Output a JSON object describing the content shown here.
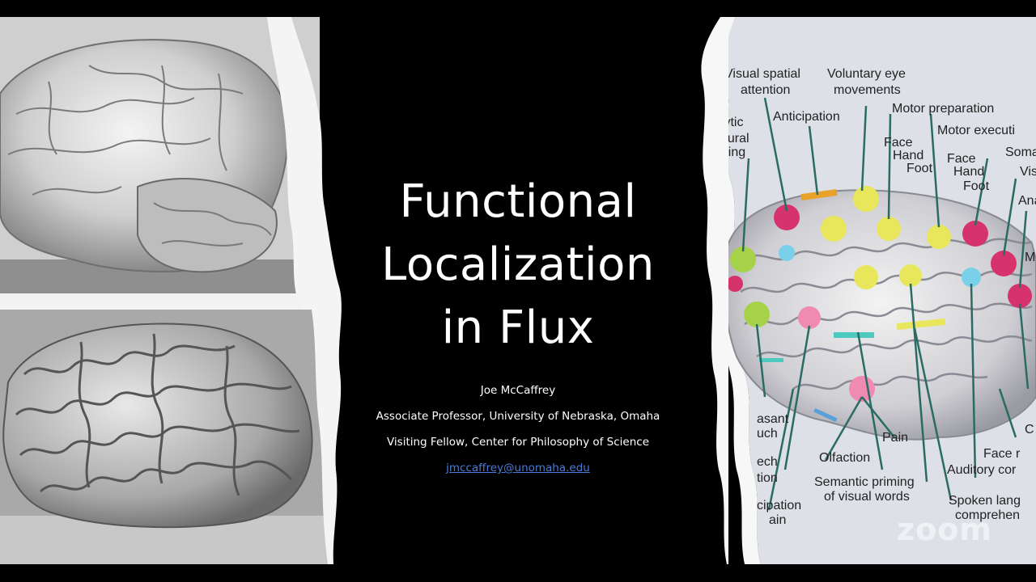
{
  "slide": {
    "title_lines": [
      "Functional",
      "Localization",
      "in Flux"
    ],
    "author_name": "Joe McCaffrey",
    "author_position": "Associate Professor, University of Nebraska, Omaha",
    "author_fellowship": "Visiting Fellow, Center for Philosophy of Science",
    "author_email": "jmccaffrey@unomaha.edu"
  },
  "diagram_labels": {
    "visual_spatial_1": "Visual spatial",
    "visual_spatial_2": "attention",
    "voluntary_eye_1": "Voluntary eye",
    "voluntary_eye_2": "movements",
    "motor_preparation": "Motor preparation",
    "anticipation": "Anticipation",
    "motor_execution": "Motor executi",
    "analytic_1": "alytic",
    "analytic_2": "figural",
    "analytic_3": "oning",
    "face_left": "Face",
    "hand_left": "Hand",
    "foot_left": "Foot",
    "face_right": "Face",
    "hand_right": "Hand",
    "foot_right": "Foot",
    "soma": "Soma",
    "vis": "Vis",
    "ana": "Ana",
    "m": "M",
    "pleasant_1": "asant",
    "pleasant_2": "uch",
    "pain": "Pain",
    "c": "C",
    "face_r": "Face r",
    "olfaction": "Olfaction",
    "auditory": "Auditory cor",
    "speech_1": "ech",
    "speech_2": "tion",
    "semantic_1": "Semantic priming",
    "semantic_2": "of visual words",
    "spoken_1": "Spoken lang",
    "spoken_2": "comprehen",
    "anticipation_pain_1": "cipation",
    "anticipation_pain_2": "ain"
  },
  "app": {
    "watermark": "zoom"
  },
  "colors": {
    "background": "#000000",
    "title_text": "#ffffff",
    "email_link": "#4a7bd6",
    "dot_magenta": "#d6336c",
    "dot_yellow": "#e8e65a",
    "dot_green": "#a6d24a",
    "dot_pink": "#f08ab0",
    "dot_cyan": "#7ad0e8"
  }
}
